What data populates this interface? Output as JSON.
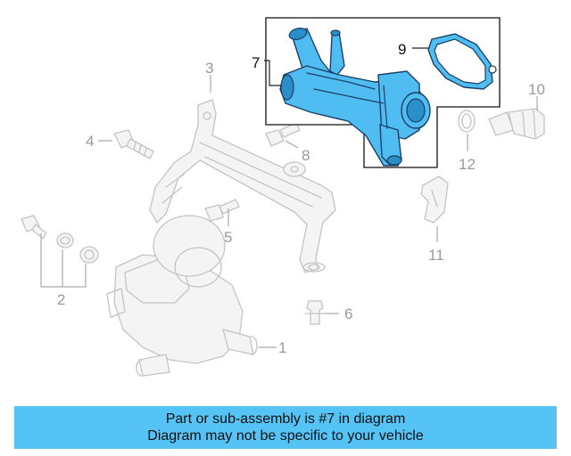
{
  "labels": {
    "p1": "1",
    "p2": "2",
    "p3": "3",
    "p4": "4",
    "p5": "5",
    "p6": "6",
    "p7": "7",
    "p8": "8",
    "p9": "9",
    "p10": "10",
    "p11": "11",
    "p12": "12"
  },
  "highlighted_part": "7",
  "colors": {
    "highlight_fill": "#4fbdf2",
    "highlight_outline": "#1b3f66",
    "banner_background": "#55c3f6",
    "ghost_lines": "#c4c4c4"
  },
  "banner": {
    "line1": "Part or sub-assembly is #7 in diagram",
    "line2": "Diagram may not be specific to your vehicle"
  }
}
